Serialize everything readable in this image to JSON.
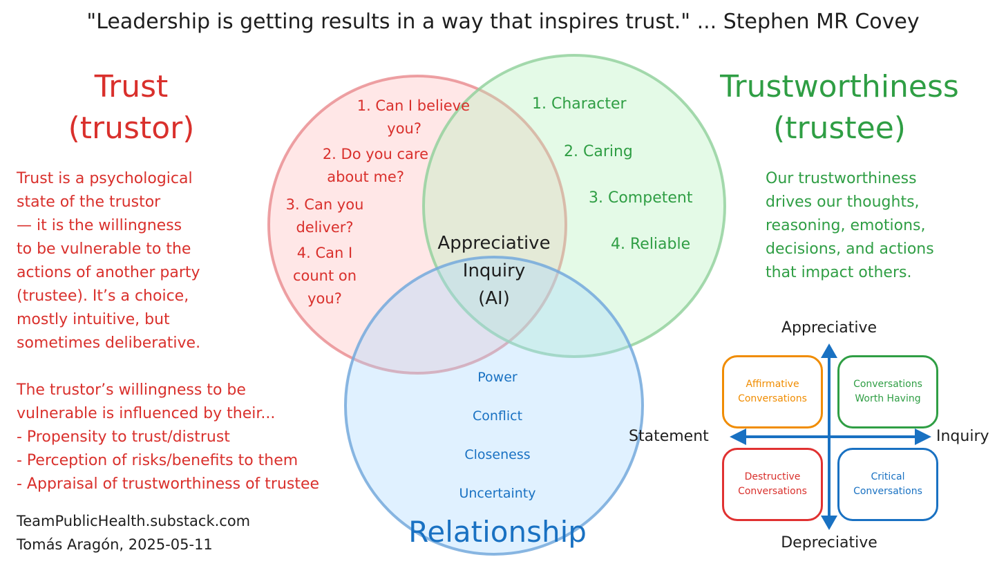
{
  "quote": "\"Leadership is getting results in a way that inspires trust.\" ... Stephen MR Covey",
  "trust": {
    "title": [
      "Trust",
      "(trustor)"
    ],
    "definition": [
      "Trust is a psychological",
      "state of the trustor",
      "— it is the willingness",
      "to be vulnerable to the",
      "actions of another party",
      "(trustee). It’s a choice,",
      "mostly intuitive, but",
      "sometimes deliberative."
    ],
    "influence": [
      "The trustor’s willingness to be",
      "vulnerable is influenced by their...",
      "- Propensity to trust/distrust",
      "- Perception of risks/benefits to them",
      "- Appraisal of trustworthiness of trustee"
    ],
    "questions": [
      "1. Can I believe",
      "you?",
      "2. Do you care",
      "about me?",
      "3. Can you",
      "deliver?",
      "4. Can I",
      "count on",
      "you?"
    ]
  },
  "trustworthiness": {
    "title": [
      "Trustworthiness",
      "(trustee)"
    ],
    "description": [
      "Our trustworthiness",
      "drives our thoughts,",
      "reasoning, emotions,",
      "decisions, and actions",
      "that impact others."
    ],
    "items": [
      "1. Character",
      "2. Caring",
      "3. Competent",
      "4. Reliable"
    ]
  },
  "center": [
    "Appreciative",
    "Inquiry",
    "(AI)"
  ],
  "relationship": {
    "title": "Relationship",
    "items": [
      "Power",
      "Conflict",
      "Closeness",
      "Uncertainty"
    ]
  },
  "quadrant": {
    "top": "Appreciative",
    "bottom": "Depreciative",
    "left": "Statement",
    "right": "Inquiry",
    "boxes": [
      [
        "Affirmative",
        "Conversations"
      ],
      [
        "Conversations",
        "Worth Having"
      ],
      [
        "Destructive",
        "Conversations"
      ],
      [
        "Critical",
        "Conversations"
      ]
    ]
  },
  "footer": [
    "TeamPublicHealth.substack.com",
    "Tomás Aragón, 2025-05-11"
  ],
  "colors": {
    "red": "#d9302c",
    "green": "#2f9e44",
    "blue": "#1971c2",
    "orange": "#f08c00"
  }
}
